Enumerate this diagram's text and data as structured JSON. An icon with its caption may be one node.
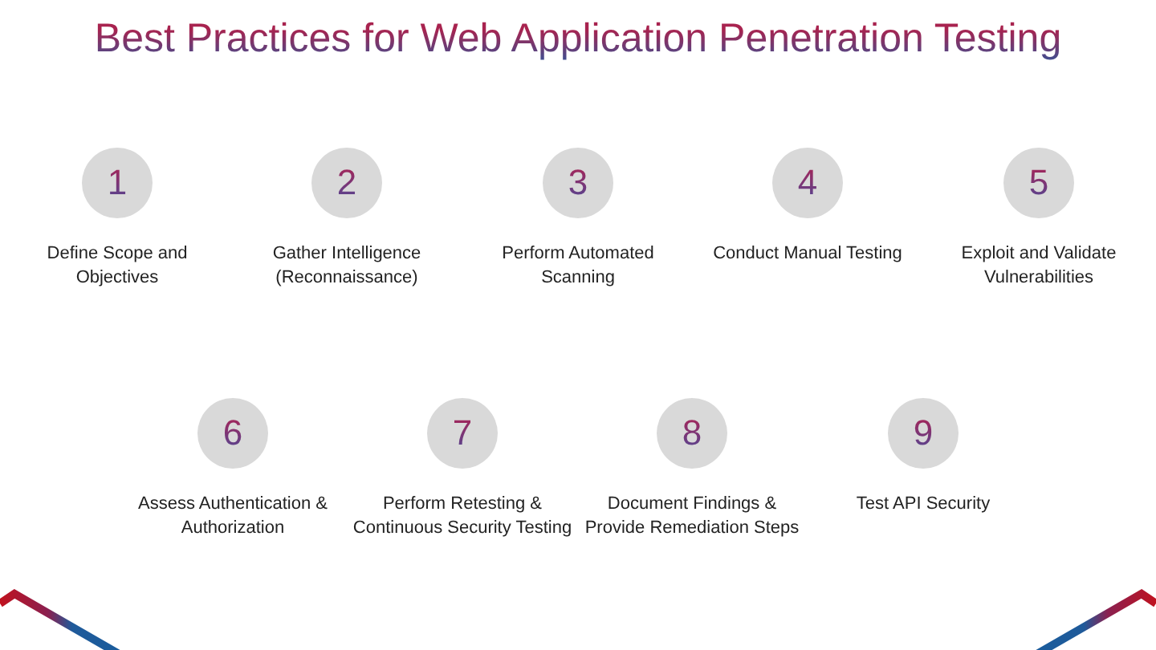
{
  "diagram": {
    "title": "Best Practices for Web Application Penetration Testing",
    "nodes": [
      {
        "text": [
          "1"
        ],
        "beside": [
          "Define Scope and Objectives"
        ]
      },
      {
        "text": [
          "2"
        ],
        "beside": [
          "Gather Intelligence (Reconnaissance)"
        ]
      },
      {
        "text": [
          "3"
        ],
        "beside": [
          "Perform Automated Scanning"
        ]
      },
      {
        "text": [
          "4"
        ],
        "beside": [
          "Conduct Manual Testing"
        ]
      },
      {
        "text": [
          "5"
        ],
        "beside": [
          "Exploit and Validate Vulnerabilities"
        ]
      },
      {
        "text": [
          "6"
        ],
        "beside": [
          "Assess Authentication & Authorization"
        ]
      },
      {
        "text": [
          "7"
        ],
        "beside": [
          "Perform Retesting & Continuous Security Testing"
        ]
      },
      {
        "text": [
          "8"
        ],
        "beside": [
          "Document Findings & Provide Remediation Steps"
        ]
      },
      {
        "text": [
          "9"
        ],
        "beside": [
          "Test API Security"
        ]
      }
    ]
  }
}
